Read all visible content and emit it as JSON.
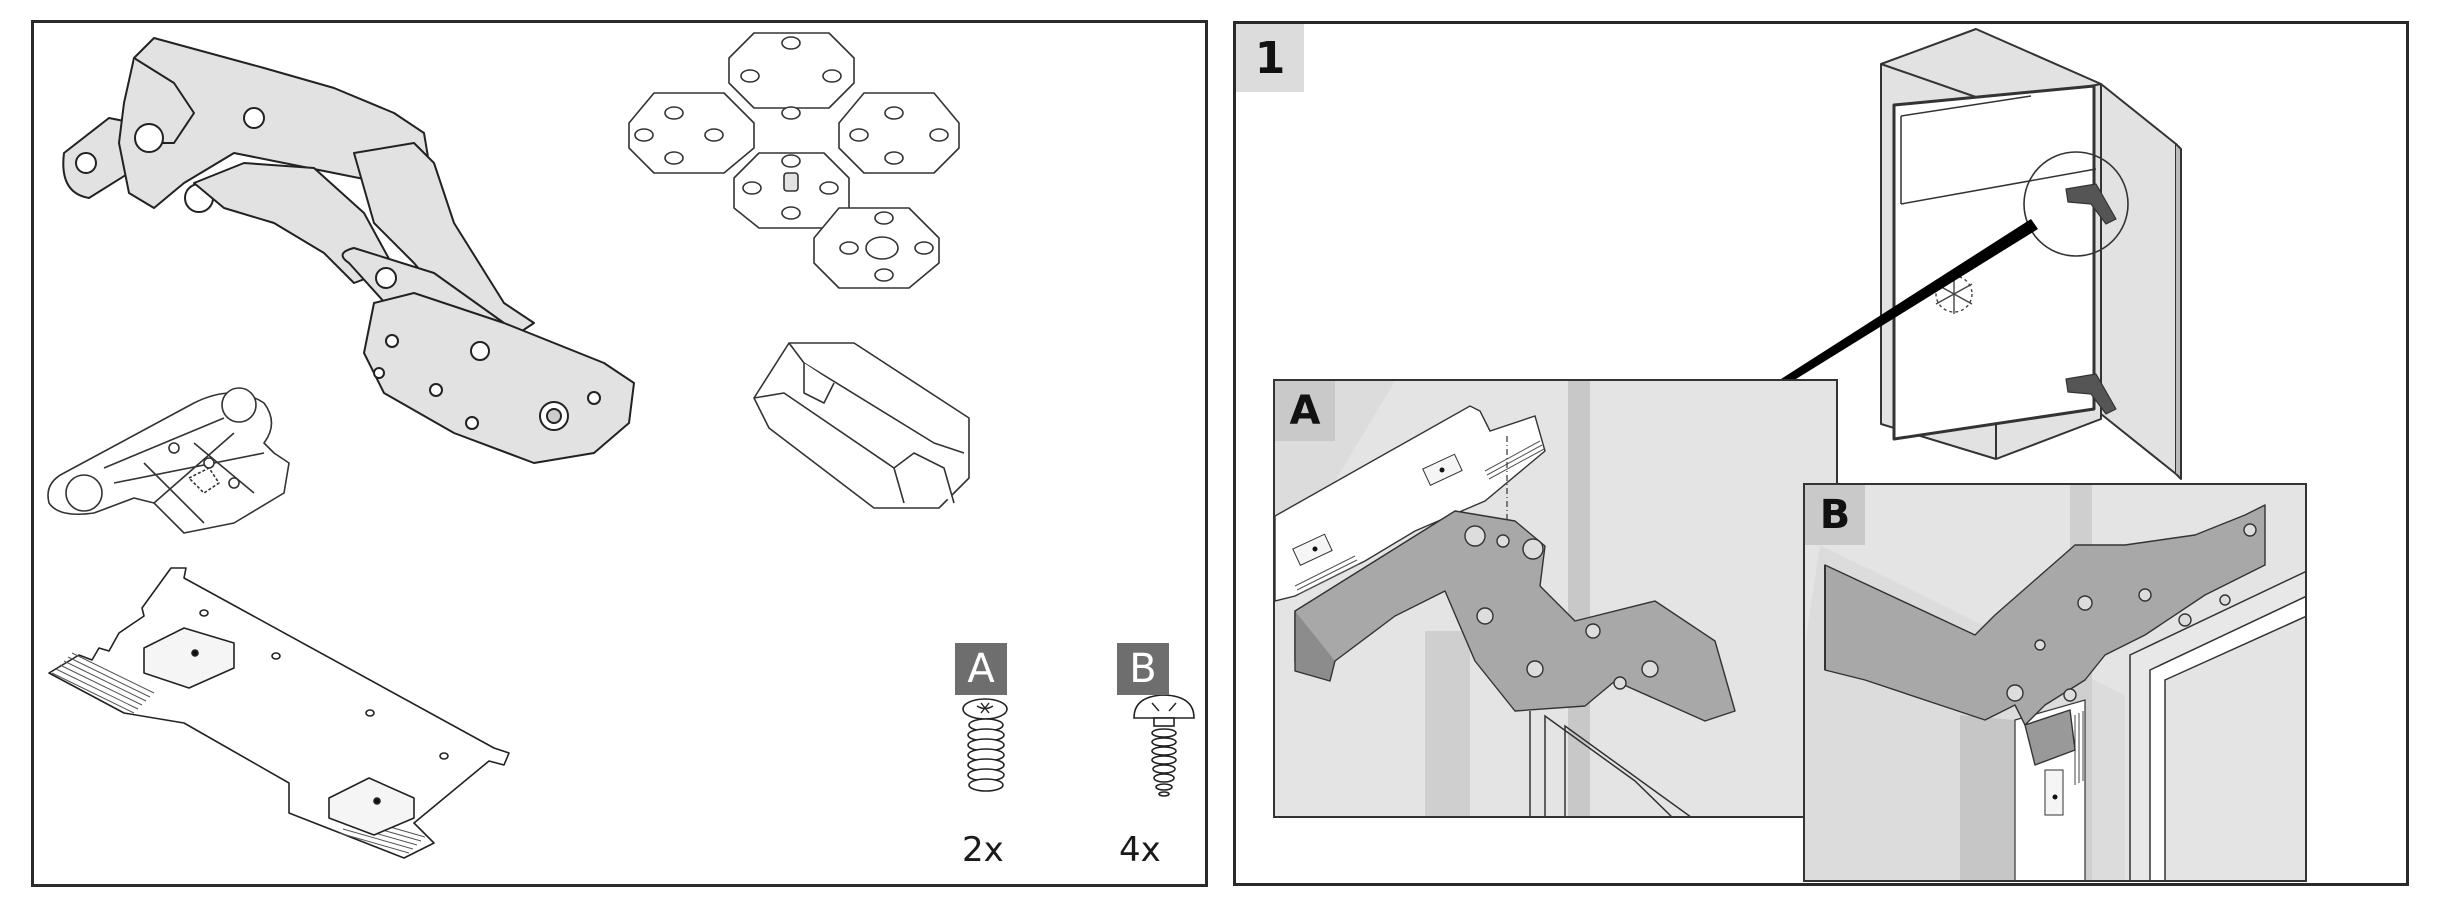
{
  "document": {
    "type": "assembly-instructions",
    "panels": [
      {
        "id": "parts",
        "components": [
          {
            "name": "hinge-assembly"
          },
          {
            "name": "mounting-bracket-plate"
          },
          {
            "name": "spacer-plate-set"
          },
          {
            "name": "hinge-cover"
          },
          {
            "name": "door-mounting-template"
          }
        ],
        "screws": [
          {
            "label": "A",
            "type": "euro-screw",
            "quantity": "2x"
          },
          {
            "label": "B",
            "type": "pan-head-tapping-screw",
            "quantity": "4x"
          }
        ]
      },
      {
        "id": "step",
        "step_number": "1",
        "overview": "refrigerator-cabinet-with-open-door",
        "insets": [
          {
            "label": "A",
            "description": "hinge-template-alignment"
          },
          {
            "label": "B",
            "description": "hinge-mounted-on-cabinet"
          }
        ]
      }
    ]
  },
  "colors": {
    "frame": "#2a2a2a",
    "part_fill": "#e2e2e2",
    "label_badge": "#6e6e6e",
    "step_badge": "#dcdcdc",
    "inset_bg": "#e4e4e4",
    "hinge_fill": "#a8a8a8"
  }
}
